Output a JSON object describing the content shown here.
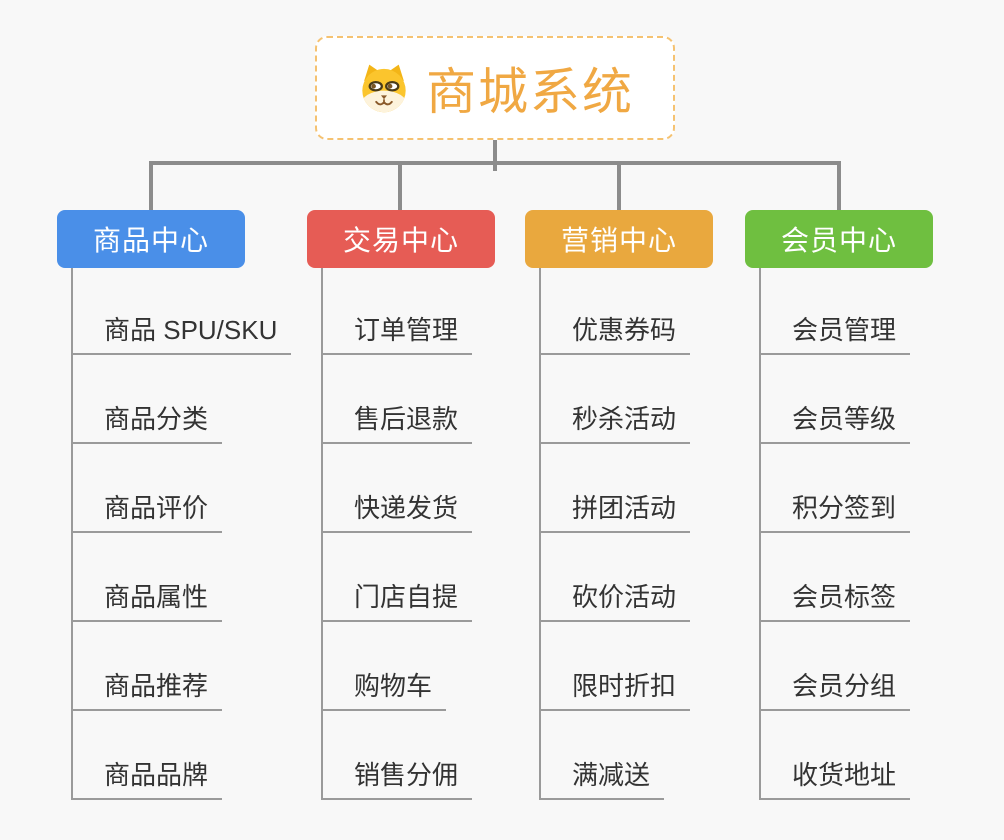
{
  "colors": {
    "background": "#f8f8f8",
    "line": "#8c8c8c",
    "underline": "#9a9a9a",
    "root_border": "#f5c271",
    "root_title": "#f0a843",
    "leaf_text": "#333333"
  },
  "root": {
    "title": "商城系统",
    "icon": "doge-icon"
  },
  "branches": [
    {
      "label": "商品中心",
      "color": "#4a8fe8",
      "items": [
        "商品 SPU/SKU",
        "商品分类",
        "商品评价",
        "商品属性",
        "商品推荐",
        "商品品牌"
      ]
    },
    {
      "label": "交易中心",
      "color": "#e65c55",
      "items": [
        "订单管理",
        "售后退款",
        "快递发货",
        "门店自提",
        "购物车",
        "销售分佣"
      ]
    },
    {
      "label": "营销中心",
      "color": "#e9a83e",
      "items": [
        "优惠券码",
        "秒杀活动",
        "拼团活动",
        "砍价活动",
        "限时折扣",
        "满减送"
      ]
    },
    {
      "label": "会员中心",
      "color": "#6fbf40",
      "items": [
        "会员管理",
        "会员等级",
        "积分签到",
        "会员标签",
        "会员分组",
        "收货地址"
      ]
    }
  ]
}
